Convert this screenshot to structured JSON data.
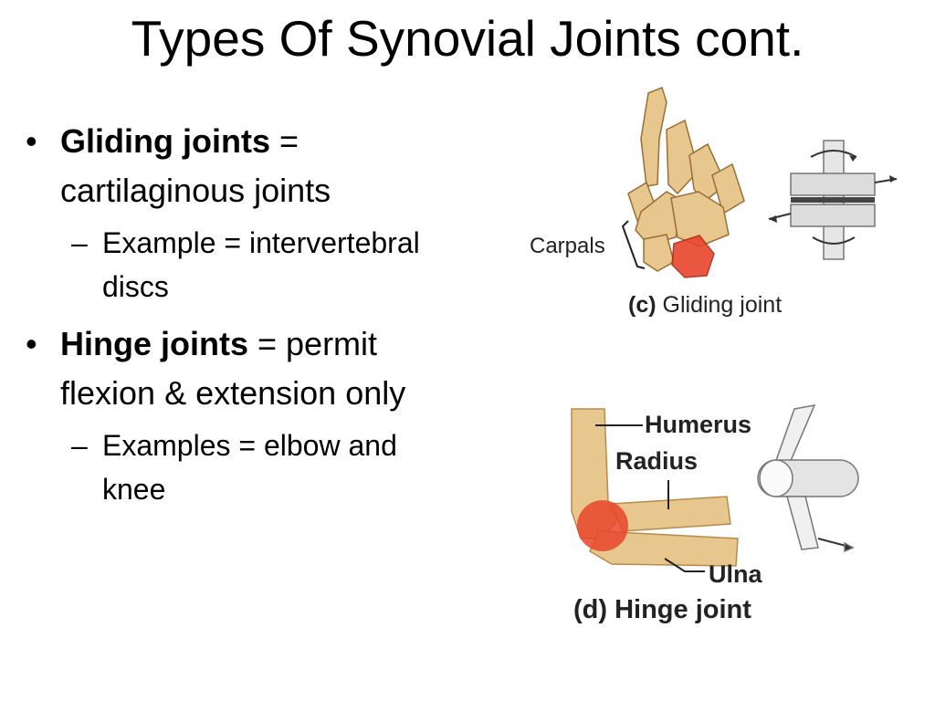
{
  "slide": {
    "title": "Types Of Synovial Joints cont."
  },
  "bullets": {
    "gliding": {
      "term": "Gliding joints",
      "definition": " = cartilaginous joints",
      "sub_dash": "–",
      "sub": "Example = intervertebral discs"
    },
    "hinge": {
      "term": "Hinge joints",
      "definition": " = permit flexion & extension only",
      "sub_dash": "–",
      "sub": "Examples = elbow and knee"
    },
    "bullet_char": "•"
  },
  "figures": {
    "gliding": {
      "carpals_label": "Carpals",
      "caption_letter": "(c)",
      "caption_text": "Gliding joint"
    },
    "hinge": {
      "humerus_label": "Humerus",
      "radius_label": "Radius",
      "ulna_label": "Ulna",
      "caption": "(d) Hinge joint"
    }
  },
  "colors": {
    "bone": "#e8c78e",
    "bone_shadow": "#b88a4a",
    "highlight": "#e8452c",
    "model_gray": "#d4d4d4",
    "model_dark": "#444444"
  }
}
